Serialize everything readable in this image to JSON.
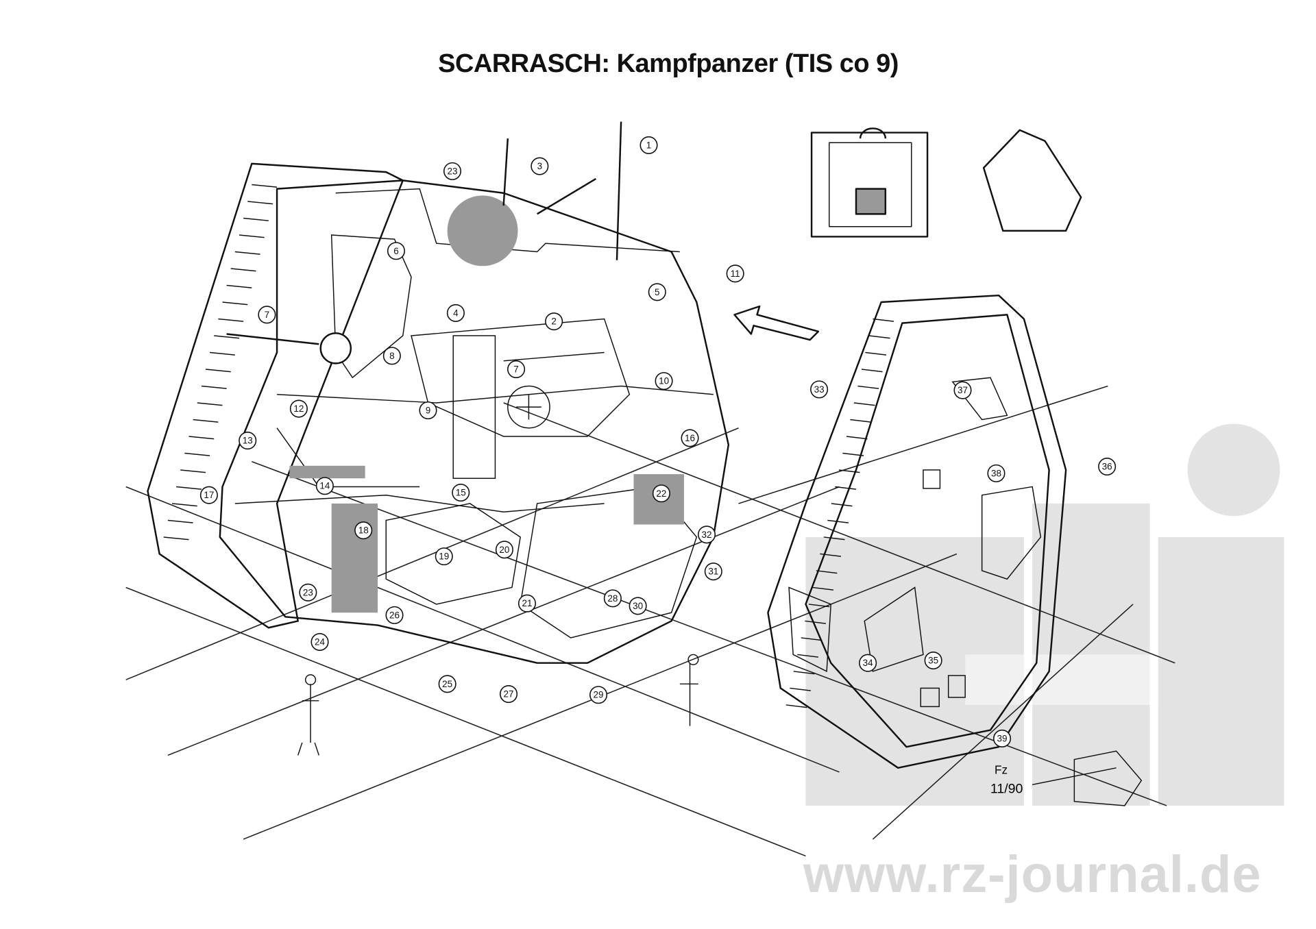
{
  "title": "SCARRASCH: Kampfpanzer (TIS co 9)",
  "watermark": {
    "url": "www.rz-journal.de",
    "logo": "rzj",
    "color": "#d9d9d9"
  },
  "signature": {
    "initials": "Fz",
    "date": "11/90"
  },
  "callouts": [
    "1",
    "3",
    "23",
    "6",
    "11",
    "5",
    "7",
    "4",
    "2",
    "8",
    "7",
    "10",
    "9",
    "33",
    "37",
    "12",
    "16",
    "13",
    "36",
    "38",
    "14",
    "15",
    "22",
    "17",
    "18",
    "32",
    "19",
    "20",
    "31",
    "23",
    "21",
    "28",
    "30",
    "26",
    "24",
    "35",
    "34",
    "25",
    "27",
    "29",
    "39"
  ]
}
